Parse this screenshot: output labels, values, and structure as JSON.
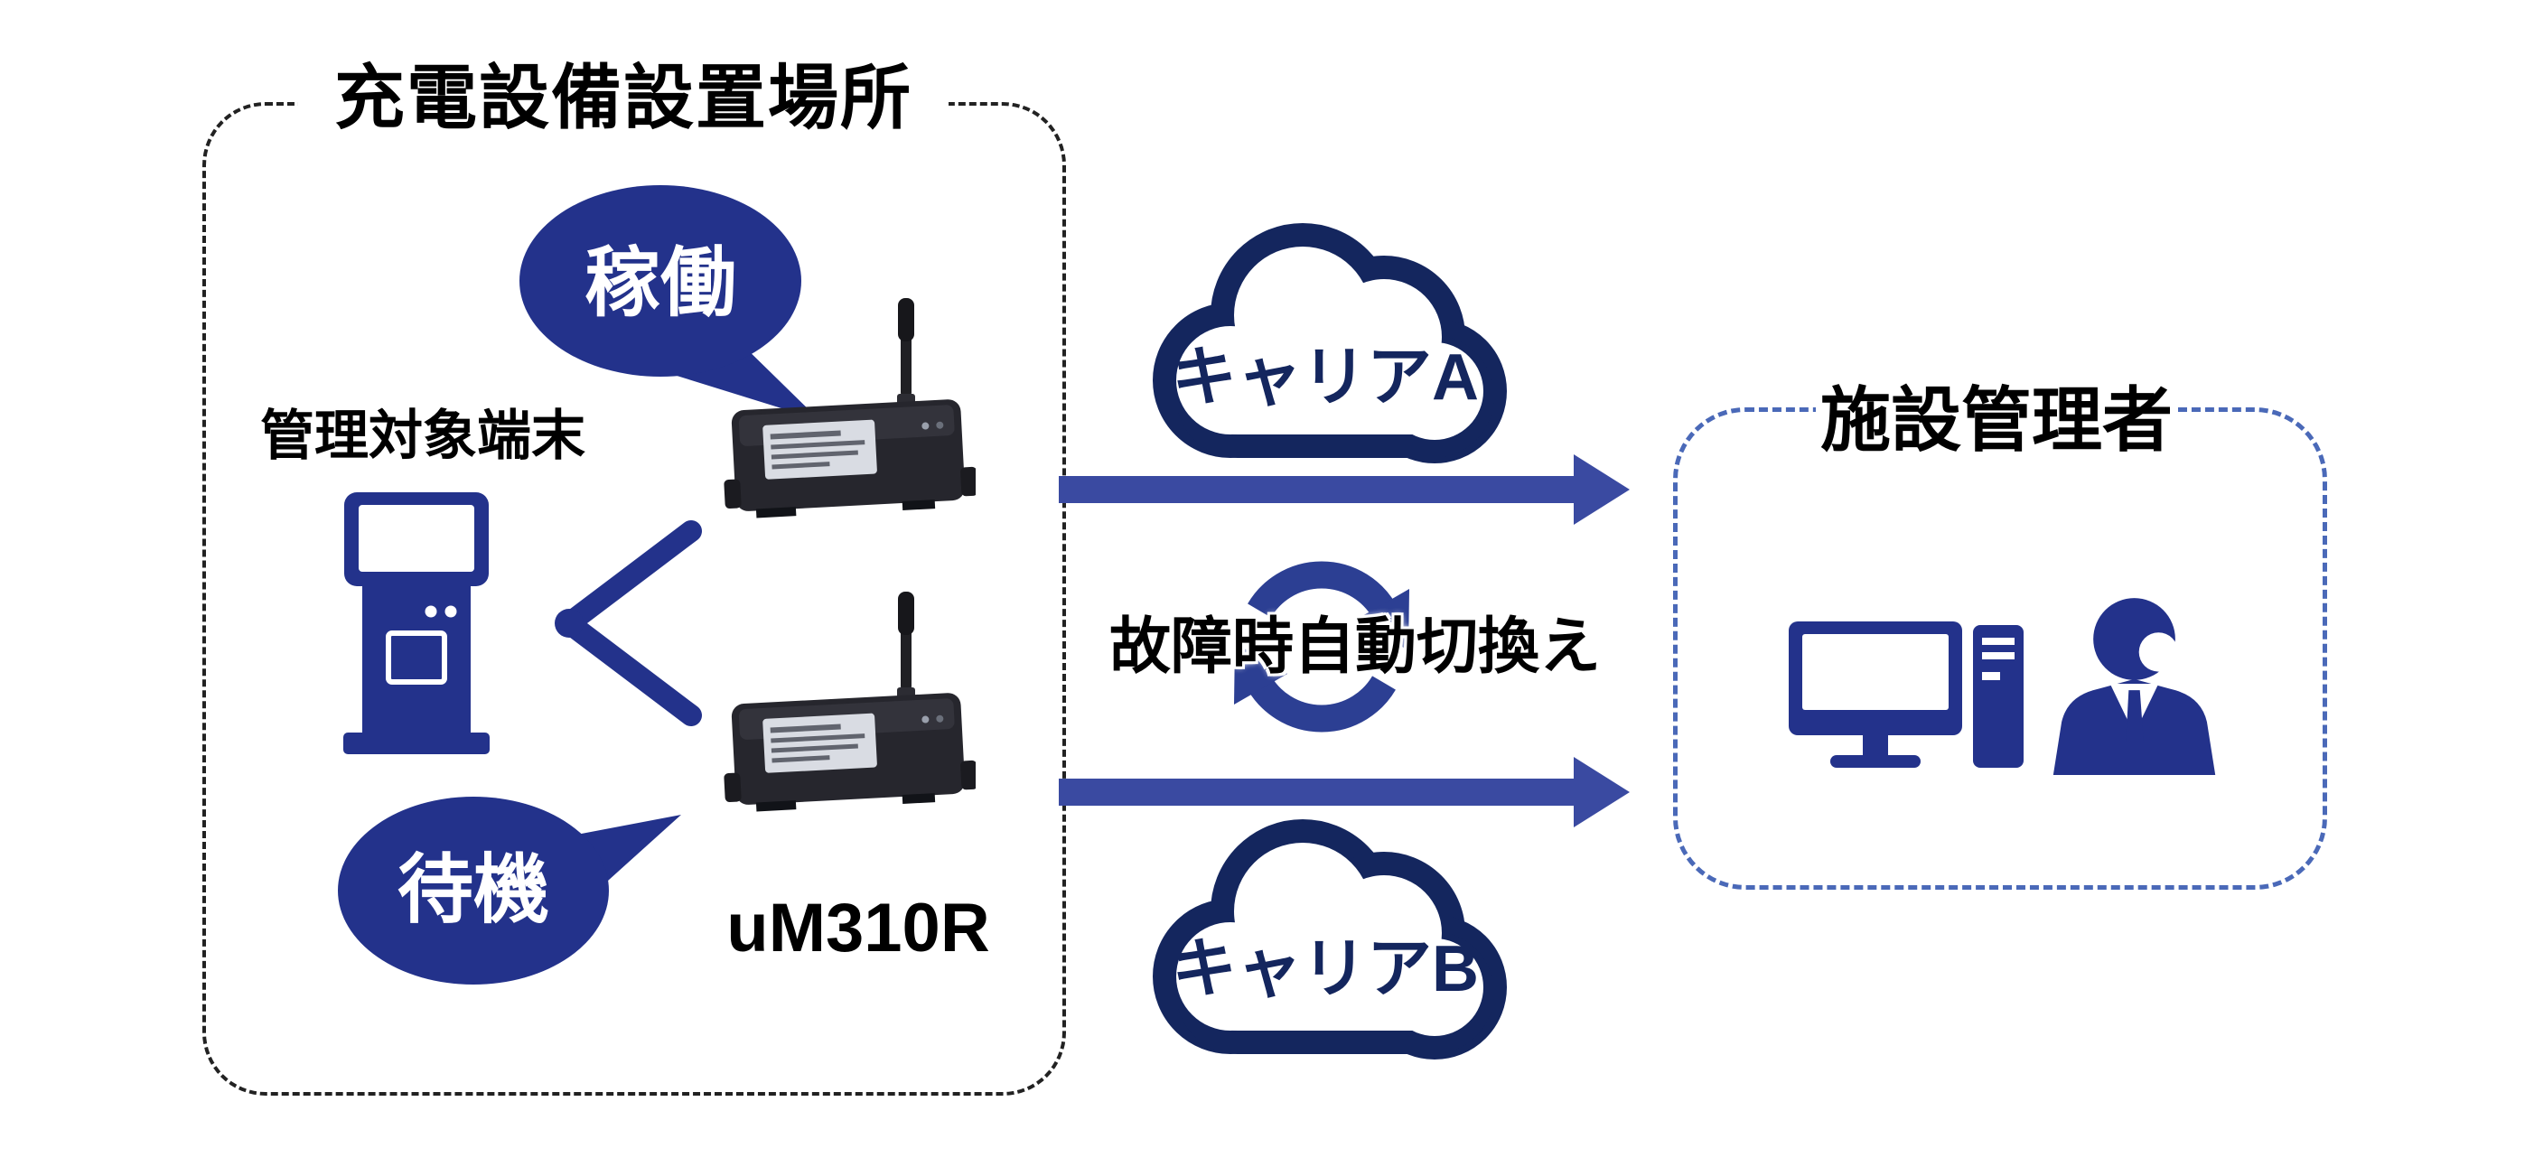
{
  "palette": {
    "deep_navy": "#23328b",
    "cloud_navy": "#14265e",
    "arrow_blue": "#3a4aa1",
    "cycle_blue": "#2c3f93",
    "device_gray": "#26262d",
    "site_border": "#222222",
    "manager_border": "#4a69b8",
    "text": "#000000"
  },
  "site": {
    "title": "充電設備設置場所",
    "terminal_label": "管理対象端末",
    "bubble_active": "稼働",
    "bubble_standby": "待機",
    "router_model": "uM310R"
  },
  "network": {
    "carrier_a": "キャリアA",
    "carrier_b": "キャリアB",
    "failover": "故障時自動切換え"
  },
  "manager": {
    "title": "施設管理者"
  },
  "icons": {
    "kiosk": "charging-kiosk-icon",
    "router": "cellular-router-icon",
    "branch": "split-connector-icon",
    "cloud": "carrier-cloud-icon",
    "cycle": "auto-switchover-cycle-icon",
    "arrow": "data-flow-arrow-icon",
    "computer": "desktop-pc-icon",
    "person": "facility-manager-icon"
  }
}
